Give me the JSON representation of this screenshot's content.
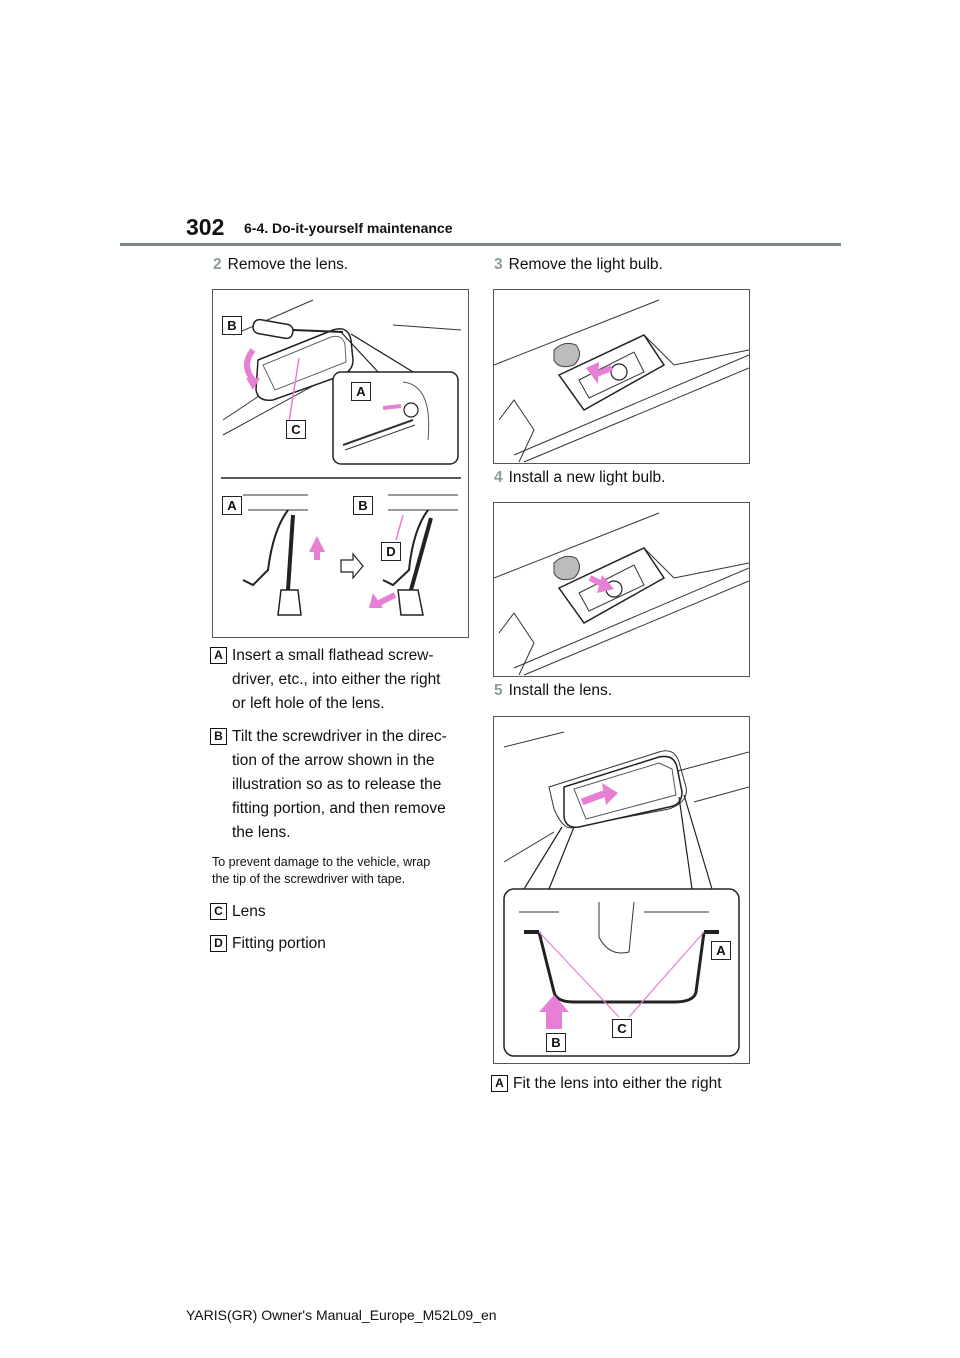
{
  "header": {
    "page_number": "302",
    "section": "6-4. Do-it-yourself maintenance"
  },
  "left": {
    "step2": {
      "num": "2",
      "text": "Remove the lens."
    },
    "fig1_labels": {
      "a": "A",
      "b": "B",
      "c": "C",
      "d": "D"
    },
    "items": [
      {
        "tag": "A",
        "text": "Insert a small flathead screw-driver, etc., into either the right or left hole of the lens.",
        "lines": [
          "Insert a small flathead screw-",
          "driver, etc., into either the right",
          "or left hole of the lens."
        ]
      },
      {
        "tag": "B",
        "lines": [
          "Tilt the screwdriver in the direc-",
          "tion of the arrow shown in the",
          "illustration so as to release the",
          "fitting portion, and then remove",
          "the lens."
        ]
      }
    ],
    "note_lines": [
      "To prevent damage to the vehicle, wrap",
      "the tip of the screwdriver with tape."
    ],
    "item_c": {
      "tag": "C",
      "text": "Lens"
    },
    "item_d": {
      "tag": "D",
      "text": "Fitting portion"
    }
  },
  "right": {
    "step3": {
      "num": "3",
      "text": "Remove the light bulb."
    },
    "step4": {
      "num": "4",
      "text": "Install a new light bulb."
    },
    "step5": {
      "num": "5",
      "text": "Install the lens."
    },
    "fig4_labels": {
      "a": "A",
      "b": "B",
      "c": "C"
    },
    "item_a": {
      "tag": "A",
      "text": "Fit the lens into either the right"
    }
  },
  "footer": {
    "text": "YARIS(GR) Owner's Manual_Europe_M52L09_en"
  },
  "colors": {
    "accent_pink": "#e77fd5",
    "step_gray": "#8d9d98",
    "rule": "#7b8a86"
  }
}
